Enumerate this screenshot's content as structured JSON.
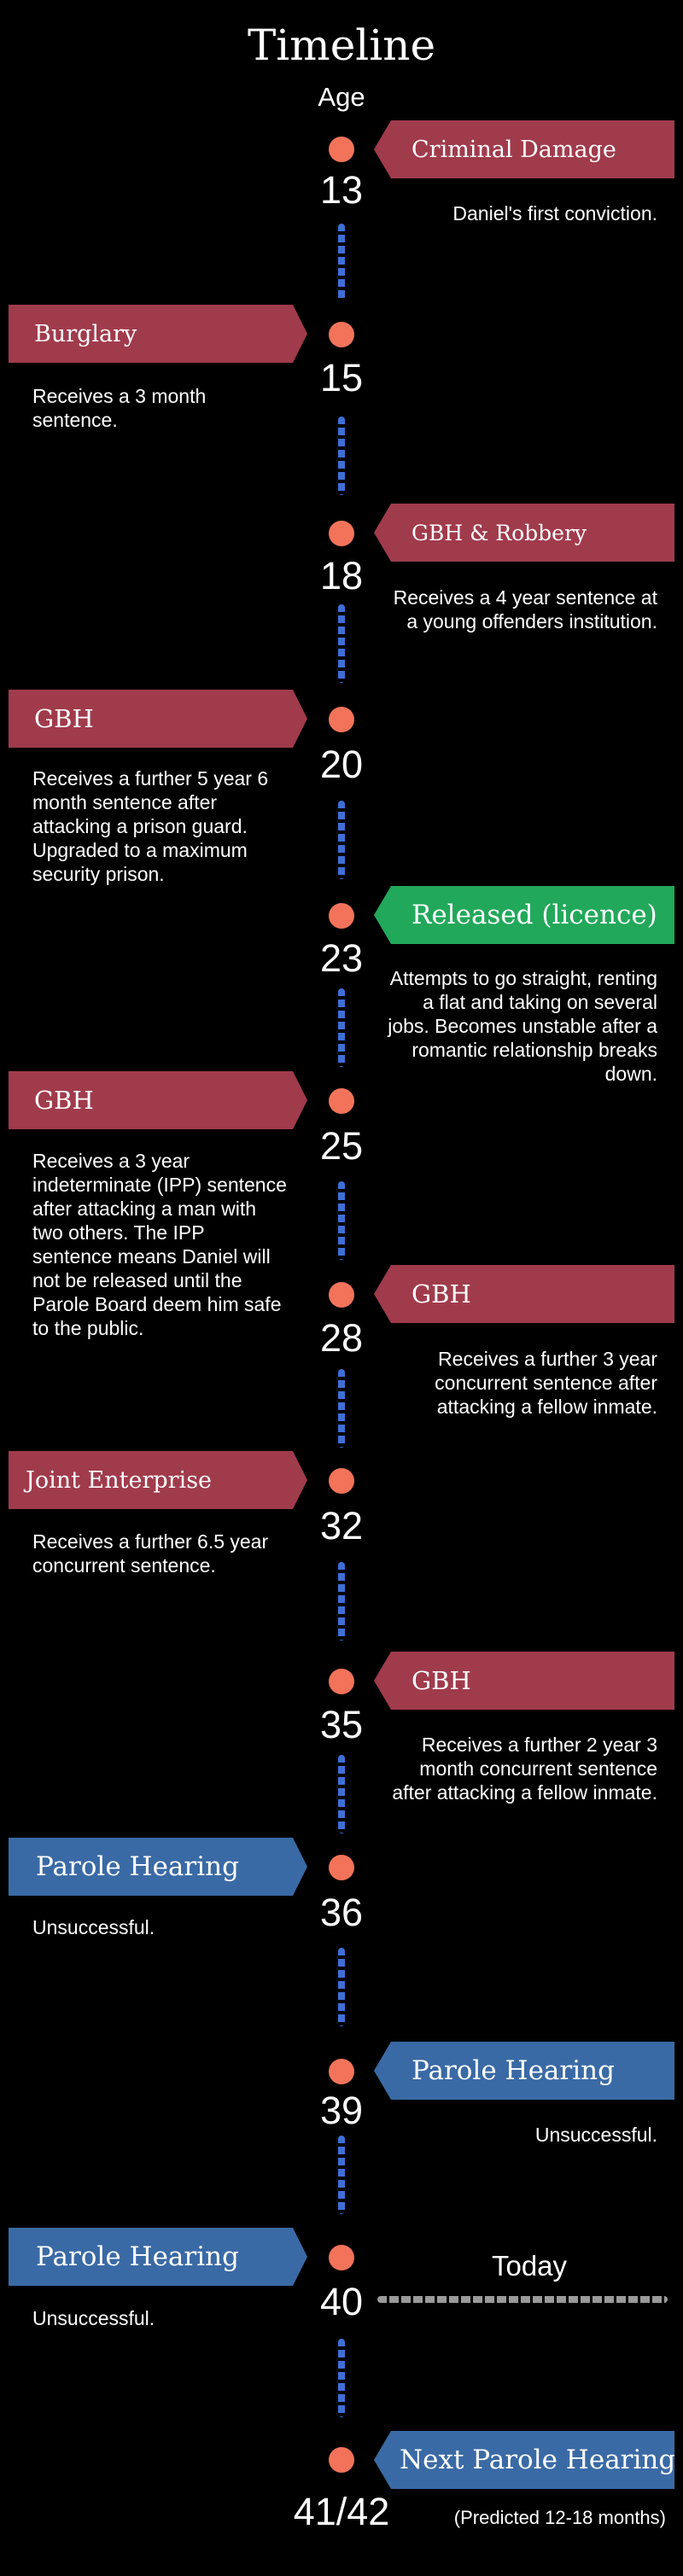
{
  "title": "Timeline",
  "age_label": "Age",
  "colors": {
    "offence_banner": "#a03b4c",
    "release_banner": "#22a85a",
    "parole_banner": "#3a6aa5",
    "milestone_dot": "#f2735a",
    "timeline_dash": "#3d6fd8",
    "today_line": "#9a9a9a"
  },
  "events": [
    {
      "age": "13",
      "label": "Criminal Damage",
      "description": "Daniel's first conviction.",
      "kind": "offence"
    },
    {
      "age": "15",
      "label": "Burglary",
      "description": "Receives a 3 month sentence.",
      "kind": "offence"
    },
    {
      "age": "18",
      "label": "GBH & Robbery",
      "description": "Receives a 4 year sentence at a young offenders institution.",
      "kind": "offence"
    },
    {
      "age": "20",
      "label": "GBH",
      "description": "Receives a further 5 year 6 month sentence after attacking a prison guard. Upgraded to a maximum security prison.",
      "kind": "offence"
    },
    {
      "age": "23",
      "label": "Released (licence)",
      "description": "Attempts to go straight, renting a flat and taking on several jobs. Becomes unstable after a romantic relationship breaks down.",
      "kind": "release"
    },
    {
      "age": "25",
      "label": "GBH",
      "description": "Receives a 3 year indeterminate (IPP) sentence after attacking a man with two others. The IPP sentence means Daniel will not be released until the Parole Board deem him safe to the public.",
      "kind": "offence"
    },
    {
      "age": "28",
      "label": "GBH",
      "description": "Receives a further 3 year concurrent sentence after attacking a fellow inmate.",
      "kind": "offence"
    },
    {
      "age": "32",
      "label": "Joint Enterprise",
      "description": "Receives a further 6.5 year concurrent sentence.",
      "kind": "offence"
    },
    {
      "age": "35",
      "label": "GBH",
      "description": "Receives a further 2 year 3 month concurrent sentence after attacking a fellow inmate.",
      "kind": "offence"
    },
    {
      "age": "36",
      "label": "Parole Hearing",
      "description": "Unsuccessful.",
      "kind": "parole"
    },
    {
      "age": "39",
      "label": "Parole Hearing",
      "description": "Unsuccessful.",
      "kind": "parole"
    },
    {
      "age": "40",
      "label": "Parole Hearing",
      "description": "Unsuccessful.",
      "kind": "parole"
    },
    {
      "age": "41/42",
      "label": "Next Parole Hearing",
      "description": "(Predicted 12-18 months)",
      "kind": "parole"
    }
  ],
  "today_label": "Today"
}
